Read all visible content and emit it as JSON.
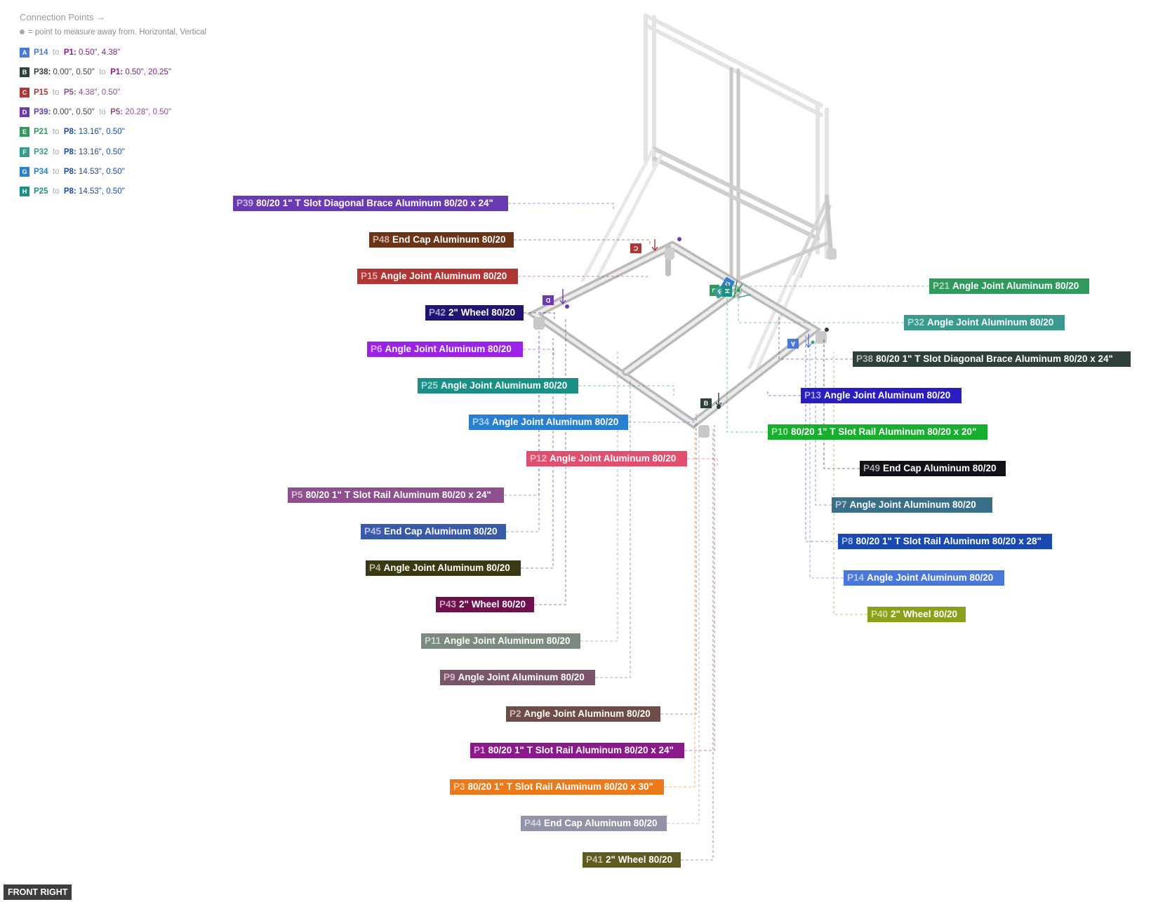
{
  "connection_panel": {
    "title": "Connection Points →",
    "note": "= point to measure away from. Horizontal, Vertical",
    "rows": [
      {
        "badge": "A",
        "badge_color": "#4a78d8",
        "from": "P14",
        "from_color": "#4a78d8",
        "from_value": "",
        "to": "to",
        "target": "P1:",
        "target_color": "#8a1a8a",
        "value": "0.50\", 4.38\"",
        "value_color": "#8a1a8a"
      },
      {
        "badge": "B",
        "badge_color": "#2f3f3c",
        "from": "P38:",
        "from_color": "#2f3f3c",
        "from_value": "0.00\", 0.50\"",
        "to": "to",
        "target": "P1:",
        "target_color": "#8a1a8a",
        "value": "0.50\", 20.25\"",
        "value_color": "#8a1a8a"
      },
      {
        "badge": "C",
        "badge_color": "#b03535",
        "from": "P15",
        "from_color": "#b03535",
        "from_value": "",
        "to": "to",
        "target": "P5:",
        "target_color": "#8e4f8e",
        "value": "4.38\", 0.50\"",
        "value_color": "#8e4f8e"
      },
      {
        "badge": "D",
        "badge_color": "#6a3bb0",
        "from": "P39:",
        "from_color": "#6a3bb0",
        "from_value": "0.00\", 0.50\"",
        "to": "to",
        "target": "P5:",
        "target_color": "#8e4f8e",
        "value": "20.28\", 0.50\"",
        "value_color": "#8e4f8e"
      },
      {
        "badge": "E",
        "badge_color": "#2f9a5c",
        "from": "P21",
        "from_color": "#2f9a5c",
        "from_value": "",
        "to": "to",
        "target": "P8:",
        "target_color": "#1a4ab0",
        "value": "13.16\", 0.50\"",
        "value_color": "#1a4ab0"
      },
      {
        "badge": "F",
        "badge_color": "#3a9a90",
        "from": "P32",
        "from_color": "#3a9a90",
        "from_value": "",
        "to": "to",
        "target": "P8:",
        "target_color": "#1a4ab0",
        "value": "13.16\", 0.50\"",
        "value_color": "#1a4ab0"
      },
      {
        "badge": "G",
        "badge_color": "#2a7fd0",
        "from": "P34",
        "from_color": "#2a7fd0",
        "from_value": "",
        "to": "to",
        "target": "P8:",
        "target_color": "#1a4ab0",
        "value": "14.53\", 0.50\"",
        "value_color": "#1a4ab0"
      },
      {
        "badge": "H",
        "badge_color": "#1a8f86",
        "from": "P25",
        "from_color": "#1a8f86",
        "from_value": "",
        "to": "to",
        "target": "P8:",
        "target_color": "#1a4ab0",
        "value": "14.53\", 0.50\"",
        "value_color": "#1a4ab0"
      }
    ]
  },
  "part_labels": [
    {
      "id": "P39",
      "name": "80/20 1\" T Slot Diagonal Brace  Aluminum 80/20 x 24\"",
      "color": "#6a3bb0"
    },
    {
      "id": "P48",
      "name": "End Cap Aluminum 80/20",
      "color": "#6b3416"
    },
    {
      "id": "P15",
      "name": "Angle Joint Aluminum 80/20",
      "color": "#b03535"
    },
    {
      "id": "P42",
      "name": "2\" Wheel 80/20",
      "color": "#1f1470"
    },
    {
      "id": "P6",
      "name": "Angle Joint Aluminum 80/20",
      "color": "#9b22e6"
    },
    {
      "id": "P25",
      "name": "Angle Joint Aluminum 80/20",
      "color": "#1a8f86"
    },
    {
      "id": "P34",
      "name": "Angle Joint Aluminum 80/20",
      "color": "#2a7fd0"
    },
    {
      "id": "P12",
      "name": "Angle Joint Aluminum 80/20",
      "color": "#e0506e"
    },
    {
      "id": "P5",
      "name": "80/20 1\" T Slot Rail Aluminum 80/20 x 24\"",
      "color": "#8e4f8e"
    },
    {
      "id": "P45",
      "name": "End Cap Aluminum 80/20",
      "color": "#3a5aa8"
    },
    {
      "id": "P4",
      "name": "Angle Joint Aluminum 80/20",
      "color": "#3a3a12"
    },
    {
      "id": "P43",
      "name": "2\" Wheel 80/20",
      "color": "#6e0f4e"
    },
    {
      "id": "P11",
      "name": "Angle Joint Aluminum 80/20",
      "color": "#7a8a7e"
    },
    {
      "id": "P9",
      "name": "Angle Joint Aluminum 80/20",
      "color": "#7a5468"
    },
    {
      "id": "P2",
      "name": "Angle Joint Aluminum 80/20",
      "color": "#6e4d48"
    },
    {
      "id": "P1",
      "name": "80/20 1\" T Slot Rail Aluminum 80/20 x 24\"",
      "color": "#8a1a8a"
    },
    {
      "id": "P3",
      "name": "80/20 1\" T Slot Rail Aluminum 80/20 x 30\"",
      "color": "#ec7a1a"
    },
    {
      "id": "P44",
      "name": "End Cap Aluminum 80/20",
      "color": "#9393a8"
    },
    {
      "id": "P41",
      "name": "2\" Wheel 80/20",
      "color": "#5e5a22"
    },
    {
      "id": "P21",
      "name": "Angle Joint Aluminum 80/20",
      "color": "#2f9a5c"
    },
    {
      "id": "P32",
      "name": "Angle Joint Aluminum 80/20",
      "color": "#3a9a90"
    },
    {
      "id": "P38",
      "name": "80/20 1\" T Slot Diagonal Brace  Aluminum 80/20 x 24\"",
      "color": "#2f3f3c"
    },
    {
      "id": "P13",
      "name": "Angle Joint Aluminum 80/20",
      "color": "#2a1ec0"
    },
    {
      "id": "P10",
      "name": "80/20 1\" T Slot Rail Aluminum 80/20 x 20\"",
      "color": "#1aae2e"
    },
    {
      "id": "P49",
      "name": "End Cap Aluminum 80/20",
      "color": "#111118"
    },
    {
      "id": "P7",
      "name": "Angle Joint Aluminum 80/20",
      "color": "#3a6f8a"
    },
    {
      "id": "P8",
      "name": "80/20 1\" T Slot Rail Aluminum 80/20 x 28\"",
      "color": "#1a4ab0"
    },
    {
      "id": "P14",
      "name": "Angle Joint Aluminum 80/20",
      "color": "#4a78d8"
    },
    {
      "id": "P40",
      "name": "2\" Wheel 80/20",
      "color": "#8aa01a"
    }
  ],
  "model_badges": [
    {
      "letter": "A",
      "color": "#4a78d8"
    },
    {
      "letter": "B",
      "color": "#2f3f3c"
    },
    {
      "letter": "C",
      "color": "#b03535"
    },
    {
      "letter": "D",
      "color": "#6a3bb0"
    },
    {
      "letter": "E",
      "color": "#2f9a5c"
    },
    {
      "letter": "F",
      "color": "#3a9a90"
    },
    {
      "letter": "G",
      "color": "#2a7fd0"
    },
    {
      "letter": "H",
      "color": "#1a8f86"
    }
  ],
  "view_tag": "FRONT RIGHT"
}
